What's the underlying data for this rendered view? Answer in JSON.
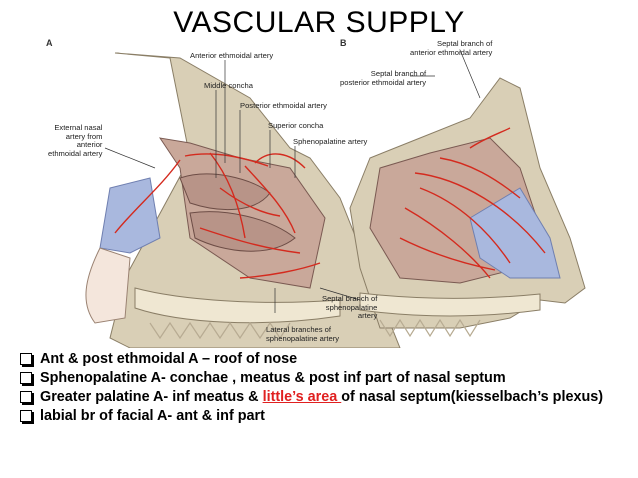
{
  "slide": {
    "title": "VASCULAR SUPPLY"
  },
  "figure": {
    "panel_a": "A",
    "panel_b": "B",
    "labels": {
      "anterior_ethmoidal": "Anterior ethmoidal artery",
      "middle_concha": "Middle concha",
      "posterior_ethmoidal": "Posterior ethmoidal artery",
      "superior_concha": "Superior concha",
      "sphenopalatine": "Sphenopalatine artery",
      "external_nasal": "External nasal\nartery from\nanterior\nethmoidal artery",
      "lateral_branches": "Lateral branches of\nsphenopalatine artery",
      "septal_ant_ethmoidal": "Septal branch of\nanterior ethmoidal artery",
      "septal_post_ethmoidal": "Septal branch of\nposterior ethmoidal artery",
      "septal_sphenopalatine": "Septal branch of\nsphenopalatine\nartery"
    }
  },
  "bullets": [
    {
      "text": "Ant & post ethmoidal A – roof of nose"
    },
    {
      "text": "Sphenopalatine A- conchae , meatus & post inf part of nasal septum"
    },
    {
      "pre": "Greater palatine A- inf  meatus  & ",
      "highlight": "little’s area ",
      "post": "of nasal septum(kiesselbach’s plexus)"
    },
    {
      "text": "labial br of facial A- ant & inf part"
    }
  ],
  "colors": {
    "artery": "#d42a1e",
    "bone": "#d9cfb6",
    "mucosa": "#c9a89a",
    "cartilage_blue": "#a9b8de",
    "highlight_text": "#e02020"
  }
}
